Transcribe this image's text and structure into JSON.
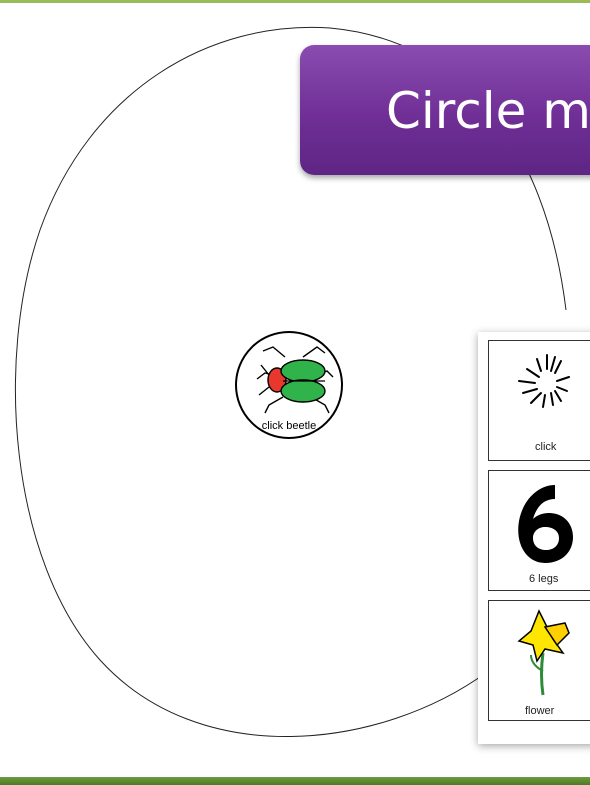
{
  "slide": {
    "title": "Circle m",
    "center": {
      "icon": "click-beetle-icon",
      "label": "click beetle"
    },
    "cards": [
      {
        "icon": "click-sound-icon",
        "label": "click"
      },
      {
        "icon": "number-six-icon",
        "label": "6 legs"
      },
      {
        "icon": "daffodil-flower-icon",
        "label": "flower"
      }
    ]
  },
  "colors": {
    "accent_purple": "#7030a0",
    "bar_green": "#9bbb59",
    "beetle_green": "#2fb34a",
    "beetle_red": "#e8372c",
    "flower_yellow": "#ffe600"
  }
}
